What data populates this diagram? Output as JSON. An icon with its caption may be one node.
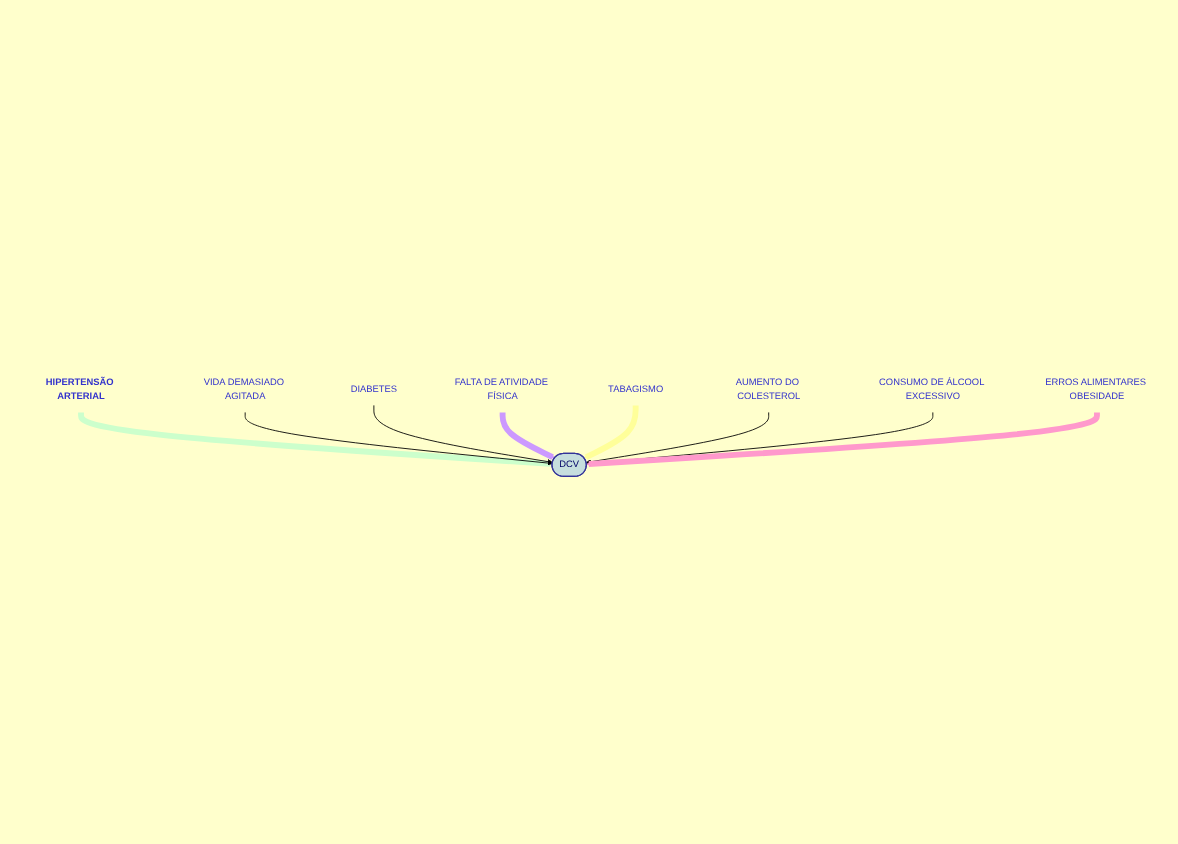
{
  "diagram": {
    "nodes": [
      {
        "text": [
          "HIPERTENSÃO ARTERIAL"
        ]
      },
      {
        "text": [
          "VIDA DEMASIADO AGITADA"
        ]
      },
      {
        "text": [
          "DIABETES"
        ]
      },
      {
        "text": [
          "FALTA DE ATIVIDADE FÍSICA"
        ]
      },
      {
        "text": [
          "DCV"
        ]
      },
      {
        "text": [
          "TABAGISMO"
        ]
      },
      {
        "text": [
          "AUMENTO DO COLESTEROL"
        ]
      },
      {
        "text": [
          "CONSUMO DE ÁLCOOL EXCESSIVO"
        ]
      },
      {
        "text": [
          "ERROS ALIMENTARES OBESIDADE"
        ]
      }
    ],
    "edges": [
      {
        "from": 0,
        "to": 4,
        "arrow": "to",
        "style": "thick",
        "color": "#ccffcc"
      },
      {
        "from": 1,
        "to": 4,
        "arrow": "to"
      },
      {
        "from": 2,
        "to": 4,
        "arrow": "to"
      },
      {
        "from": 3,
        "to": 4,
        "arrow": "to",
        "style": "thick",
        "color": "#cc99ff"
      },
      {
        "from": 5,
        "to": 4,
        "arrow": "to",
        "style": "thick",
        "color": "#ffff99"
      },
      {
        "from": 6,
        "to": 4,
        "arrow": "to"
      },
      {
        "from": 7,
        "to": 4,
        "arrow": "to"
      },
      {
        "from": 8,
        "to": 4,
        "arrow": "to",
        "style": "thick",
        "color": "#ff99cc"
      }
    ]
  }
}
